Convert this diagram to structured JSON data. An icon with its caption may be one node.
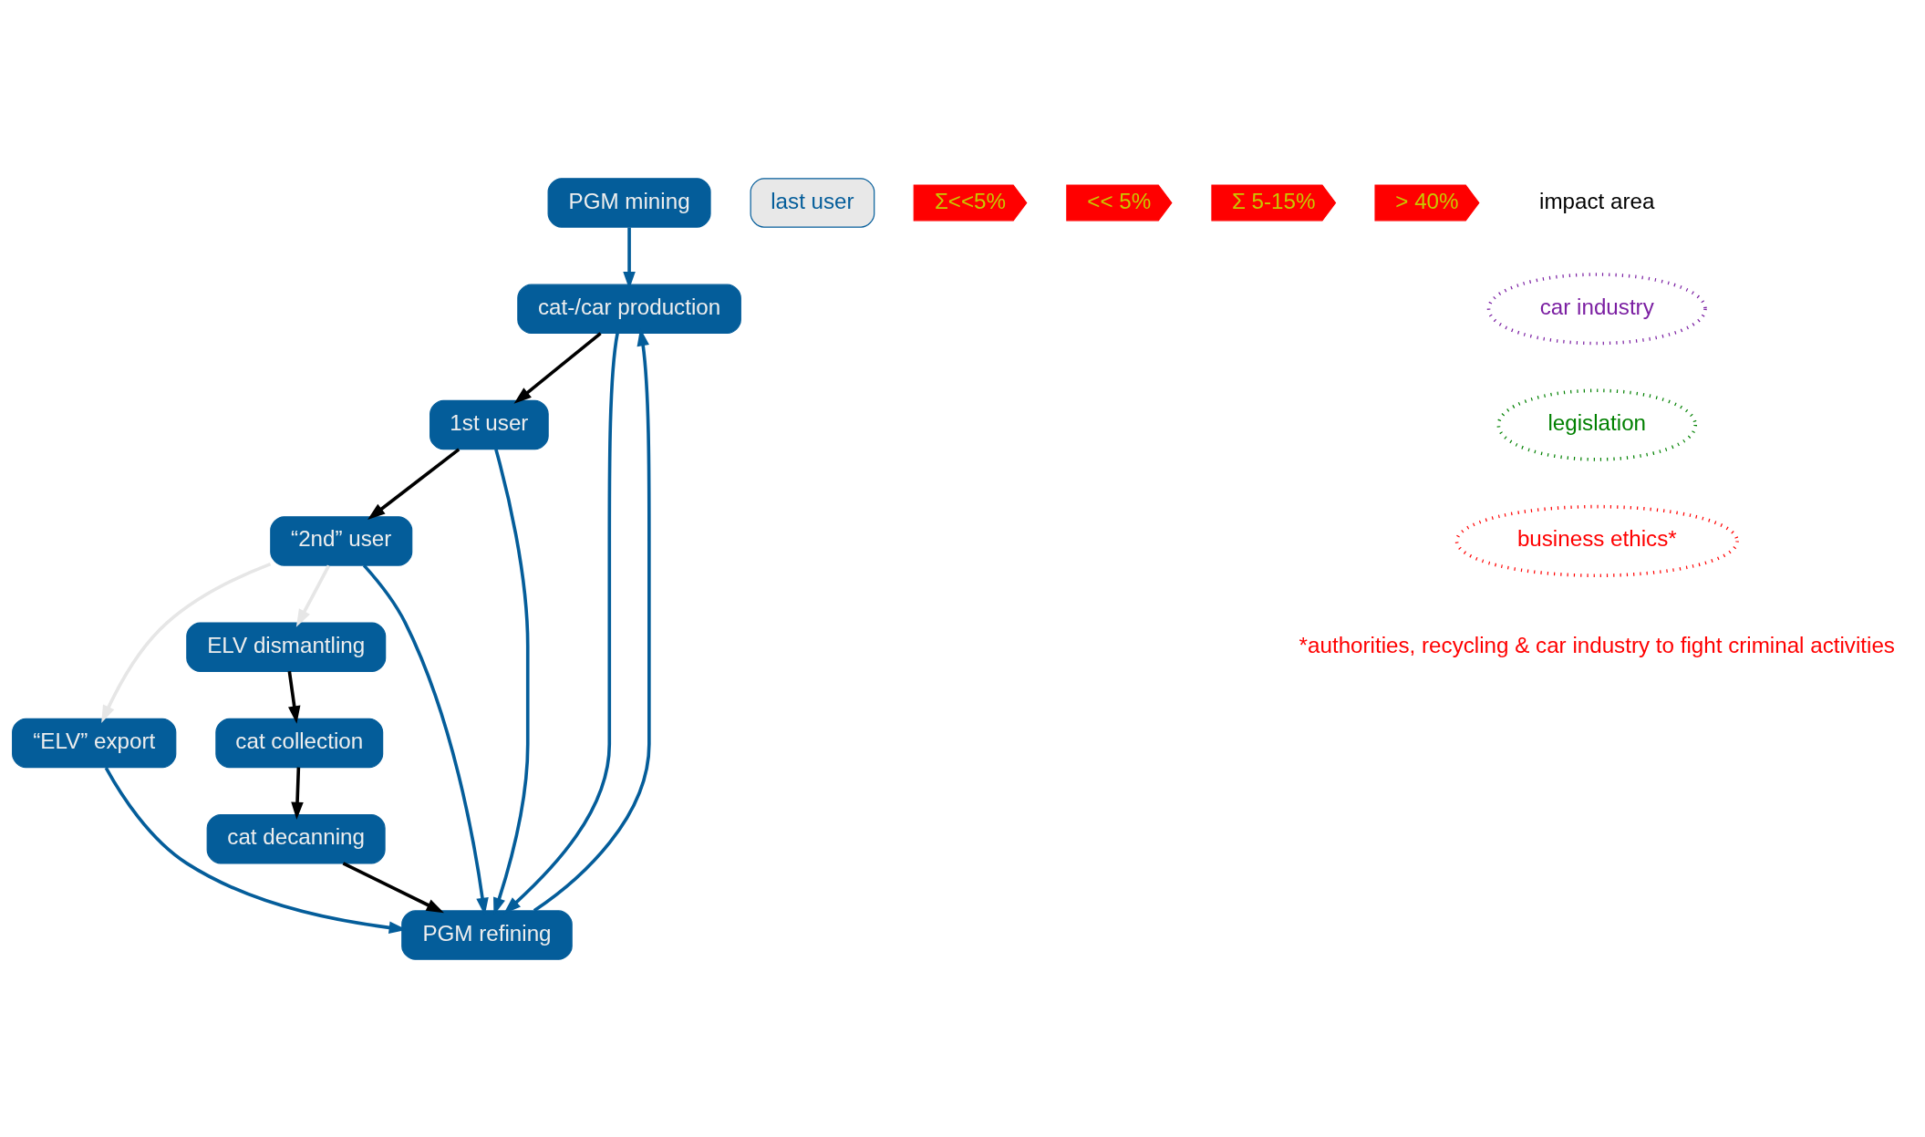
{
  "diagram": {
    "nodes": [
      {
        "text": [
          "PGM mining"
        ]
      },
      {
        "text": [
          "cat-/car production"
        ]
      },
      {
        "text": [
          "1st user"
        ]
      },
      {
        "text": [
          "“2nd” user"
        ]
      },
      {
        "text": [
          "“ELV” export"
        ]
      },
      {
        "text": [
          "last user"
        ]
      },
      {
        "text": [
          "ELV dismantling"
        ]
      },
      {
        "text": [
          "cat collection"
        ]
      },
      {
        "text": [
          "cat decanning"
        ]
      },
      {
        "text": [
          "PGM refining"
        ]
      },
      {
        "text": [
          "Σ<<5%"
        ]
      },
      {
        "text": [
          "<< 5%"
        ]
      },
      {
        "text": [
          "Σ 5-15%"
        ]
      },
      {
        "text": [
          "> 40%"
        ]
      }
    ],
    "edges": [
      {
        "from": 0,
        "to": 1,
        "arrow": "to"
      },
      {
        "from": 9,
        "to": 1,
        "arrow": "to"
      },
      {
        "from": 1,
        "to": 2,
        "arrow": "to",
        "color": "#000000"
      },
      {
        "from": 2,
        "to": 3,
        "arrow": "to",
        "color": "#000000"
      },
      {
        "from": 3,
        "to": 4,
        "arrow": "to",
        "color": "#e6e6e6"
      },
      {
        "from": 3,
        "to": 6,
        "arrow": "to",
        "color": "#e6e6e6"
      },
      {
        "from": 6,
        "to": 7,
        "arrow": "to",
        "color": "#000000"
      },
      {
        "from": 7,
        "to": 8,
        "arrow": "to",
        "color": "#000000"
      },
      {
        "from": 8,
        "to": 9,
        "arrow": "to",
        "color": "#000000"
      },
      {
        "from": 4,
        "to": 9,
        "arrow": "to"
      },
      {
        "from": 1,
        "to": 9,
        "arrow": "to"
      },
      {
        "from": 2,
        "to": 9,
        "arrow": "to"
      },
      {
        "from": 3,
        "to": 9,
        "arrow": "to"
      }
    ],
    "labels": [
      "impact area",
      "*authorities, recycling & car industry to fight criminal activities"
    ],
    "legend": [
      {
        "text": "car industry"
      },
      {
        "text": "legislation"
      },
      {
        "text": "business ethics*"
      }
    ]
  }
}
